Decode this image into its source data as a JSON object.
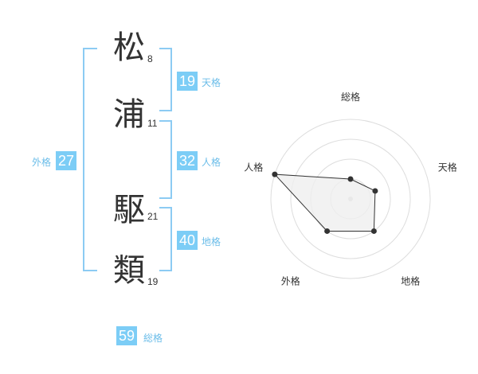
{
  "name": {
    "chars": [
      {
        "char": "松",
        "strokes": "8"
      },
      {
        "char": "浦",
        "strokes": "11"
      },
      {
        "char": "駆",
        "strokes": "21"
      },
      {
        "char": "類",
        "strokes": "19"
      }
    ]
  },
  "kaku": {
    "tenkaku": {
      "value": "19",
      "label": "天格"
    },
    "jinkaku": {
      "value": "32",
      "label": "人格"
    },
    "chikaku": {
      "value": "40",
      "label": "地格"
    },
    "gaikaku": {
      "value": "27",
      "label": "外格"
    },
    "soukaku": {
      "value": "59",
      "label": "総格"
    }
  },
  "chart_data": {
    "type": "radar",
    "axes": [
      "総格",
      "天格",
      "地格",
      "外格",
      "人格"
    ],
    "rings": 4,
    "values": [
      1.0,
      1.3,
      2.0,
      2.0,
      4.0
    ],
    "max": 4,
    "colors": {
      "fill": "#efefef",
      "line": "#333333",
      "ring": "#dddddd"
    }
  }
}
